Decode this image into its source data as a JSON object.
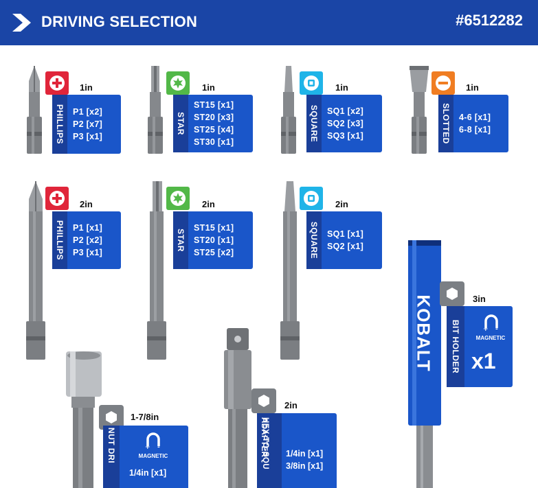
{
  "header": {
    "title": "DRIVING SELECTION",
    "sku": "#6512282"
  },
  "row1": [
    {
      "name": "PHILLIPS",
      "size": "1in",
      "lines": [
        "P1 [x2]",
        "P2 [x7]",
        "P3 [x1]"
      ],
      "icon": "plus-icon",
      "tag_color": "#e0253a"
    },
    {
      "name": "STAR",
      "size": "1in",
      "lines": [
        "ST15 [x1]",
        "ST20 [x3]",
        "ST25 [x4]",
        "ST30 [x1]"
      ],
      "icon": "star-icon",
      "tag_color": "#52b848"
    },
    {
      "name": "SQUARE",
      "size": "1in",
      "lines": [
        "SQ1 [x2]",
        "SQ2 [x3]",
        "SQ3 [x1]"
      ],
      "icon": "square-icon",
      "tag_color": "#1fb4e8"
    },
    {
      "name": "SLOTTED",
      "size": "1in",
      "lines": [
        "4-6 [x1]",
        "6-8 [x1]"
      ],
      "icon": "minus-icon",
      "tag_color": "#f07d22"
    }
  ],
  "row2": [
    {
      "name": "PHILLIPS",
      "size": "2in",
      "lines": [
        "P1 [x1]",
        "P2 [x2]",
        "P3 [x1]"
      ],
      "icon": "plus-icon",
      "tag_color": "#e0253a"
    },
    {
      "name": "STAR",
      "size": "2in",
      "lines": [
        "ST15 [x1]",
        "ST20 [x1]",
        "ST25 [x2]"
      ],
      "icon": "star-icon",
      "tag_color": "#52b848"
    },
    {
      "name": "SQUARE",
      "size": "2in",
      "lines": [
        "SQ1 [x1]",
        "SQ2 [x1]"
      ],
      "icon": "square-icon",
      "tag_color": "#1fb4e8"
    }
  ],
  "holder": {
    "brand": "KOBALT",
    "name": "BIT HOLDER",
    "size": "3in",
    "magnetic": "MAGNETIC",
    "count": "x1"
  },
  "nut_driver": {
    "name": "NUT DRI",
    "size": "1-7/8in",
    "magnetic": "MAGNETIC",
    "lines": [
      "1/4in [x1]"
    ]
  },
  "adapter": {
    "name_line1": "HEX-TO-SQU",
    "name_line2": "ADAPTER",
    "size": "2in",
    "lines": [
      "1/4in [x1]",
      "3/8in [x1]"
    ]
  },
  "colors": {
    "header": "#1a45a6",
    "card": "#1a56c9",
    "card_dark": "#1a3f99",
    "steel": "#8a8d91"
  }
}
